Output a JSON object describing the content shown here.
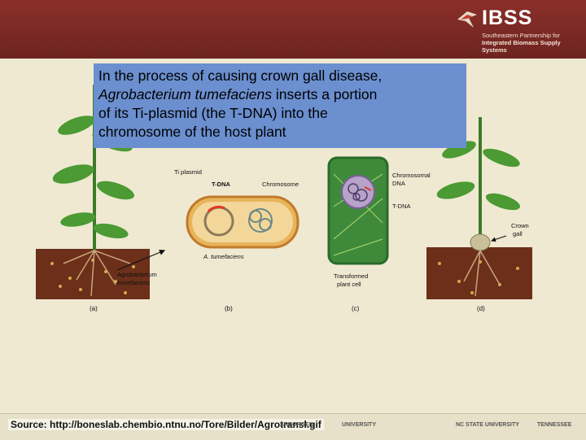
{
  "header": {
    "logo": {
      "wordmark": "IBSS",
      "tagline_line1": "Southeastern Partnership for",
      "tagline_line2": "Integrated Biomass Supply Systems"
    }
  },
  "caption": {
    "line1": "In the process of causing crown gall disease,",
    "italic": "Agrobacterium tumefaciens",
    "line2_rest": " inserts a portion",
    "line3": "of its Ti-plasmid (the T-DNA) into the",
    "line4": "chromosome of the host plant"
  },
  "figure": {
    "labels": {
      "ti_plasmid": "Ti plasmid",
      "t_dna": "T-DNA",
      "chromosome": "Chromosome",
      "a_tumefaciens": "A. tumefaciens",
      "agro_1": "Agrobacterium",
      "agro_2": "tumefaciens",
      "chrom_dna_1": "Chromosomal",
      "chrom_dna_2": "DNA",
      "t_dna_c": "T-DNA",
      "transformed_1": "Transformed",
      "transformed_2": "plant cell",
      "crown_1": "Crown",
      "crown_2": "gall"
    },
    "panels": [
      "(a)",
      "(b)",
      "(c)",
      "(d)"
    ]
  },
  "footer": {
    "source": "Source: http://boneslab.chembio.ntnu.no/Tore/Bilder/Agrotransl.gif",
    "partners": [
      "ARBORGEN",
      "UNIVERSITY",
      "NC STATE UNIVERSITY",
      "TENNESSEE"
    ]
  },
  "colors": {
    "header": "#7a2a25",
    "caption_bg": "#6b8fcf",
    "background": "#efe9d2"
  }
}
